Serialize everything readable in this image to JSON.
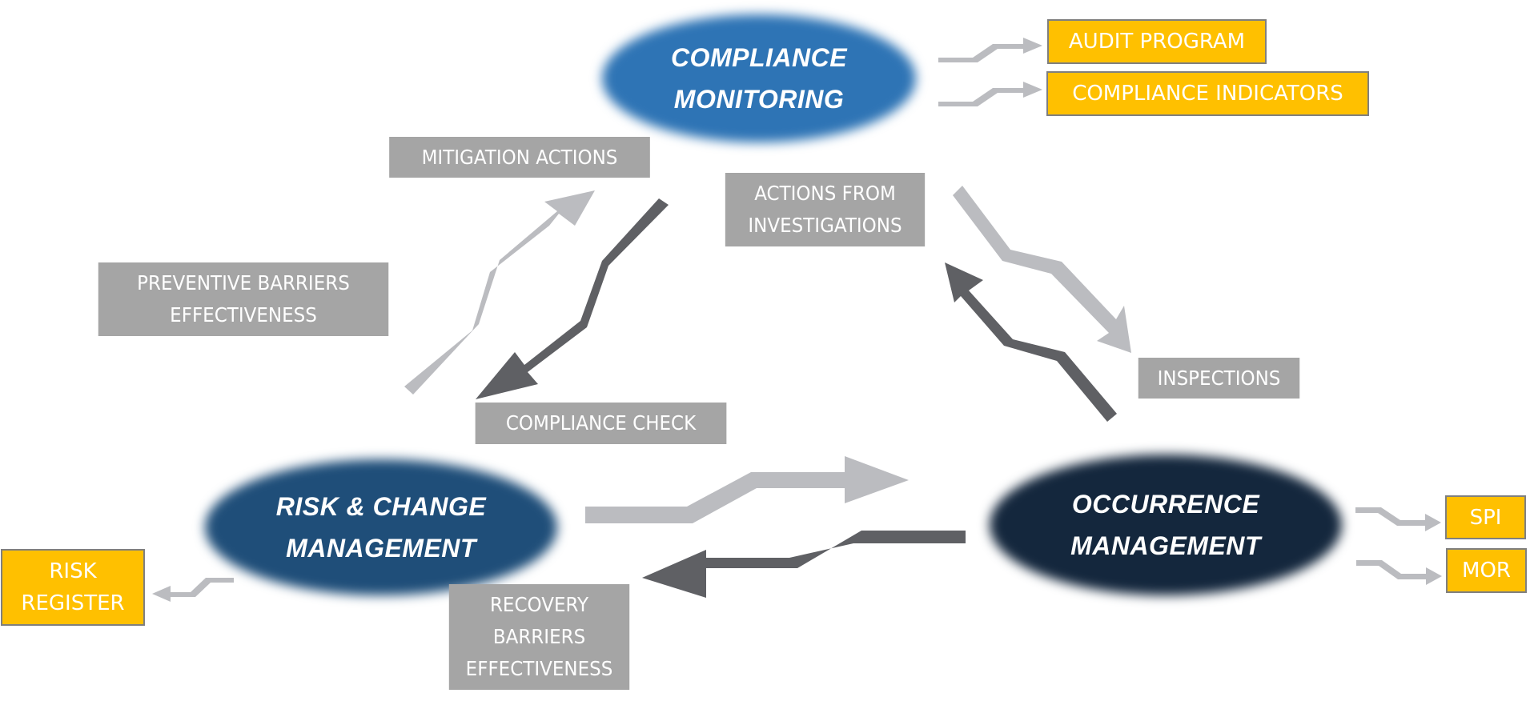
{
  "colors": {
    "compliance_monitoring": "#2e74b5",
    "risk_change": "#1f4e79",
    "occurrence": "#14273d",
    "label_box": "#a5a5a5",
    "output_box": "#ffc000",
    "arrow_light": "#bbbcc0",
    "arrow_dark": "#5f6064"
  },
  "nodes": {
    "compliance_monitoring": [
      "COMPLIANCE",
      "MONITORING"
    ],
    "risk_change": [
      "RISK & CHANGE",
      "MANAGEMENT"
    ],
    "occurrence": [
      "OCCURRENCE",
      "MANAGEMENT"
    ]
  },
  "flow_labels": {
    "mitigation_actions": [
      "MITIGATION ACTIONS"
    ],
    "actions_from_investigations": [
      "ACTIONS FROM",
      "INVESTIGATIONS"
    ],
    "preventive_barriers": [
      "PREVENTIVE BARRIERS",
      "EFFECTIVENESS"
    ],
    "inspections": [
      "INSPECTIONS"
    ],
    "compliance_check": [
      "COMPLIANCE CHECK"
    ],
    "recovery_barriers": [
      "RECOVERY",
      "BARRIERS",
      "EFFECTIVENESS"
    ]
  },
  "outputs": {
    "audit_program": [
      "AUDIT PROGRAM"
    ],
    "compliance_indicators": [
      "COMPLIANCE INDICATORS"
    ],
    "risk_register": [
      "RISK",
      "REGISTER"
    ],
    "spi": [
      "SPI"
    ],
    "mor": [
      "MOR"
    ]
  }
}
